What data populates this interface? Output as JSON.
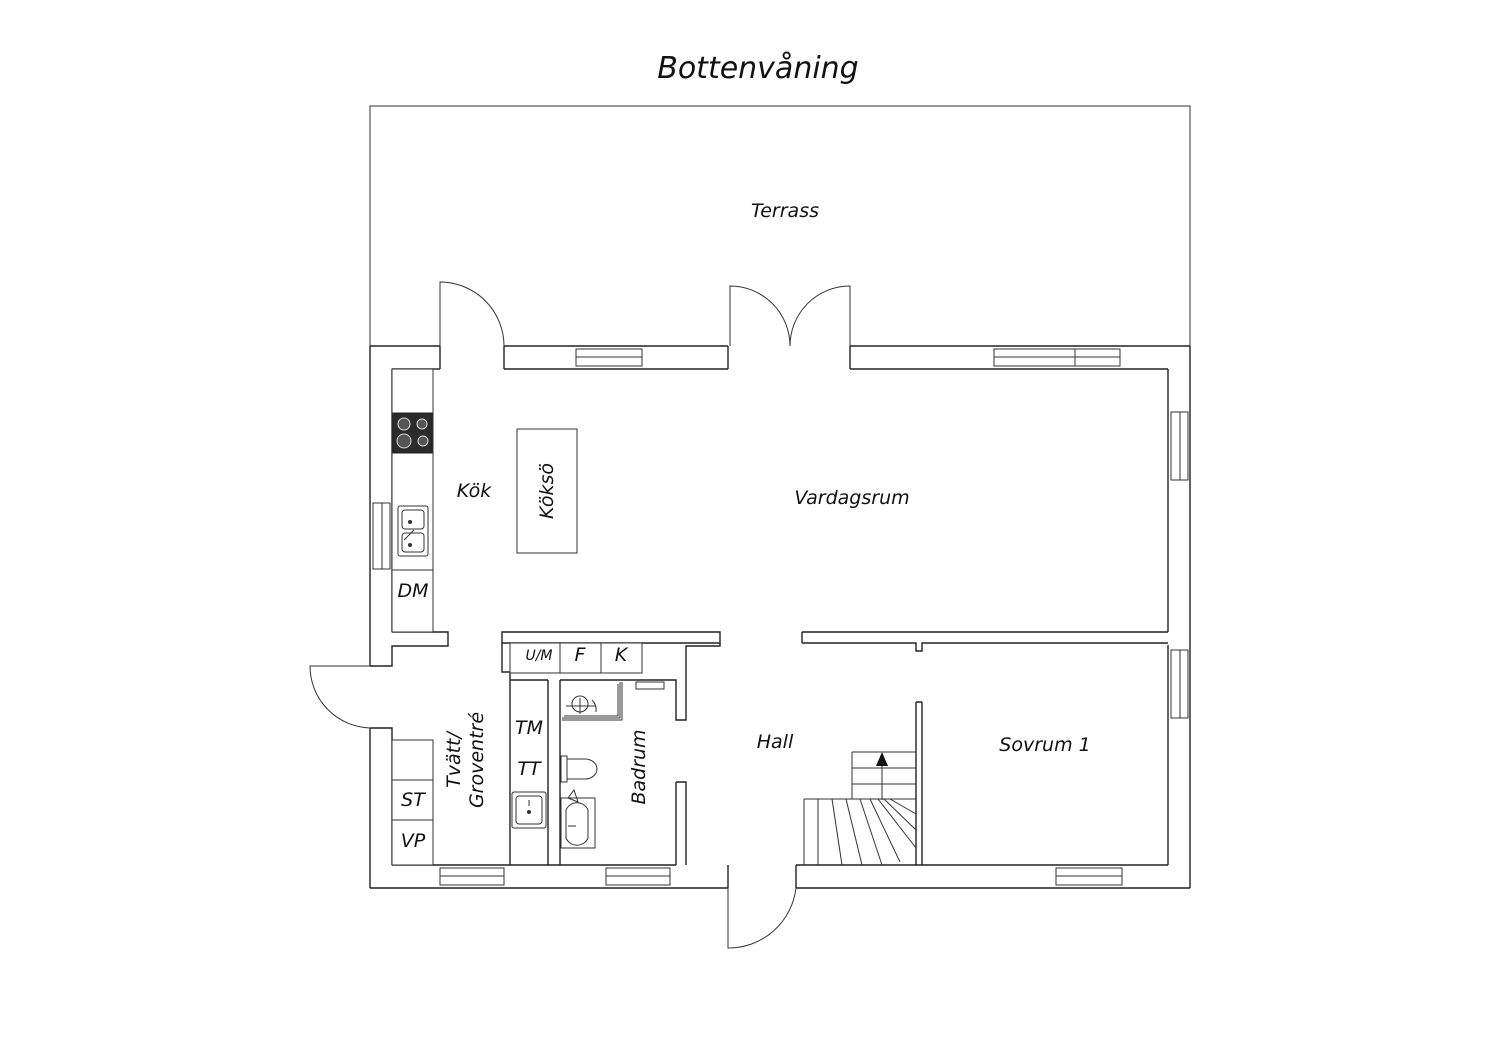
{
  "title": "Bottenvåning",
  "rooms": {
    "terrace": "Terrass",
    "kitchen": "Kök",
    "island": "Köksö",
    "living": "Vardagsrum",
    "hall": "Hall",
    "bedroom": "Sovrum 1",
    "bathroom": "Badrum",
    "laundry_line1": "Tvätt/",
    "laundry_line2": "Groventré"
  },
  "fixtures": {
    "dishwasher": "DM",
    "um": "U/M",
    "fridge": "F",
    "cooler": "K",
    "washer": "TM",
    "dryer": "TT",
    "st": "ST",
    "vp": "VP"
  }
}
